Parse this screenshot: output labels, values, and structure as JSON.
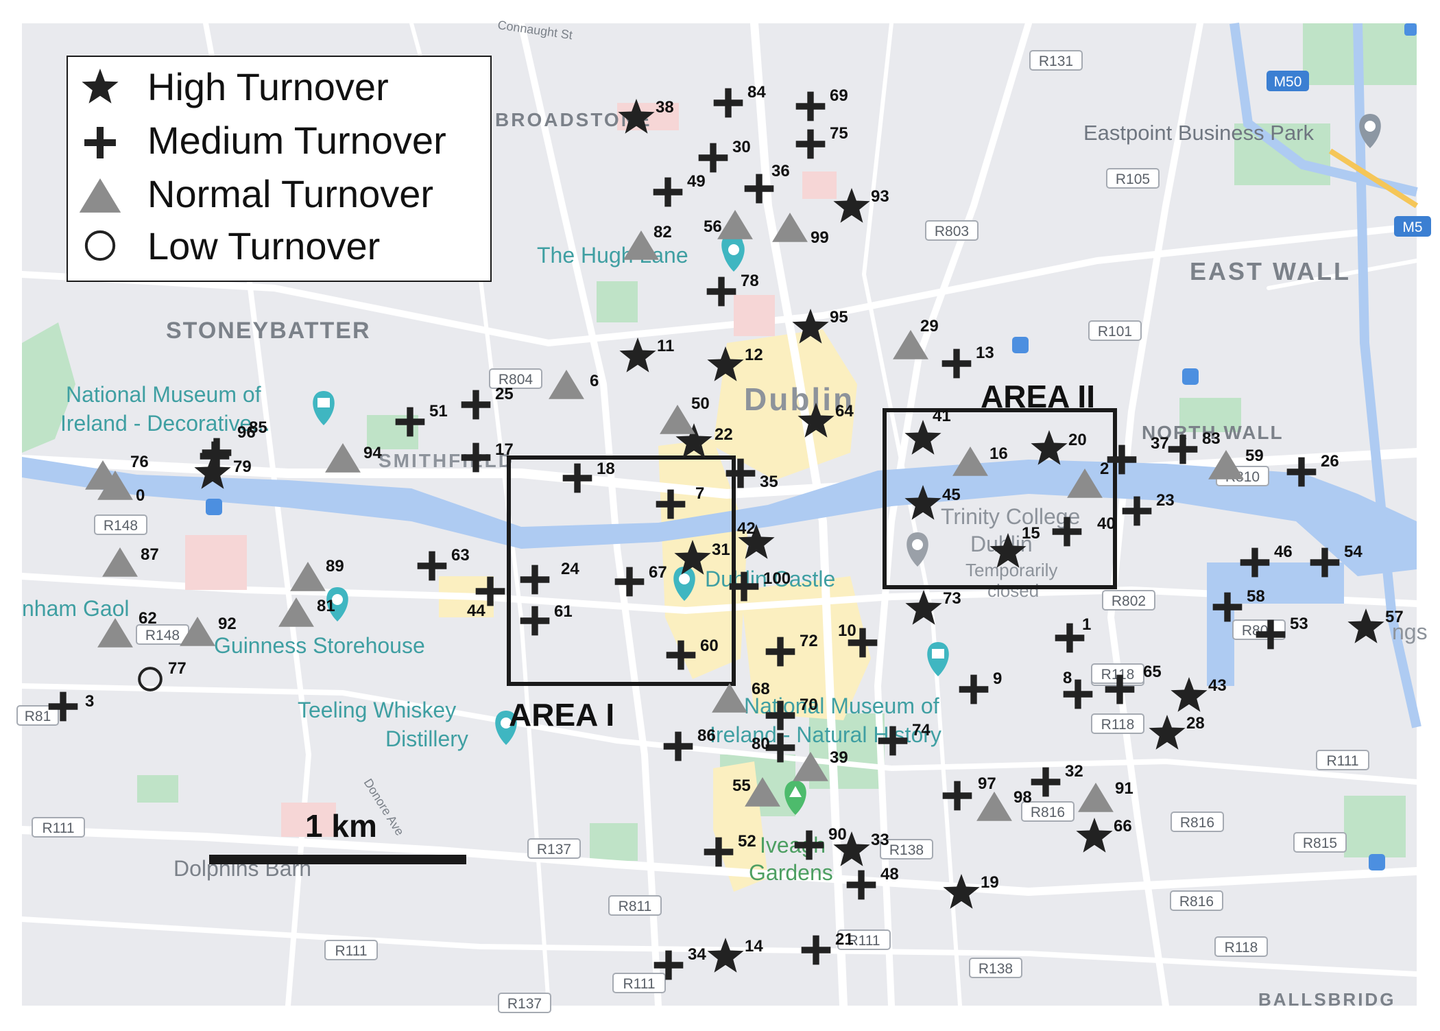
{
  "legend": {
    "high": "High Turnover",
    "medium": "Medium Turnover",
    "normal": "Normal Turnover",
    "low": "Low Turnover"
  },
  "areas": {
    "area1": "AREA I",
    "area2": "AREA II"
  },
  "scale": {
    "label": "1 km"
  },
  "places": {
    "dublin": "Dublin",
    "stoneybatter": "STONEYBATTER",
    "east_wall": "EAST WALL",
    "north_wall": "NORTH WALL",
    "broadstone": "BROADSTONE",
    "smithfield": "SMITHFIELD",
    "ballsbridge": "BALLSBRIDG",
    "eastpoint": "Eastpoint Business Park",
    "hugh_lane": "The Hugh Lane",
    "nat_museum_deco_1": "National Museum of",
    "nat_museum_deco_2": "Ireland - Decorative...",
    "kilmainham": "nham Gaol",
    "guinness": "Guinness Storehouse",
    "teeling_1": "Teeling Whiskey",
    "teeling_2": "Distillery",
    "dublin_castle": "Dublin Castle",
    "nat_museum_nat_1": "National Museum of",
    "nat_museum_nat_2": "Ireland - Natural History",
    "trinity_1": "Trinity College",
    "trinity_2": "Dublin",
    "trinity_3": "Temporarily",
    "trinity_4": "closed",
    "iveagh_1": "Iveagh",
    "iveagh_2": "Gardens",
    "dolphins_barn": "Dolphins Barn",
    "donore": "Donore Ave",
    "connaught": "Connaught St",
    "docklands": "ngs"
  },
  "roads": [
    "R131",
    "M50",
    "R105",
    "R803",
    "M5",
    "R101",
    "R804",
    "R148",
    "R148",
    "R810",
    "R801",
    "R802",
    "R815",
    "R118",
    "R111",
    "R137",
    "R138",
    "R811",
    "R111",
    "R111",
    "R816",
    "R111",
    "R138",
    "R816",
    "R111",
    "R118",
    "R815",
    "R816",
    "R118",
    "R137",
    "R81"
  ],
  "stations": [
    {
      "id": "0",
      "cat": "normal"
    },
    {
      "id": "1",
      "cat": "medium"
    },
    {
      "id": "2",
      "cat": "normal"
    },
    {
      "id": "3",
      "cat": "medium"
    },
    {
      "id": "6",
      "cat": "normal"
    },
    {
      "id": "7",
      "cat": "medium"
    },
    {
      "id": "8",
      "cat": "medium"
    },
    {
      "id": "9",
      "cat": "medium"
    },
    {
      "id": "10",
      "cat": "medium"
    },
    {
      "id": "11",
      "cat": "high"
    },
    {
      "id": "12",
      "cat": "high"
    },
    {
      "id": "13",
      "cat": "medium"
    },
    {
      "id": "14",
      "cat": "high"
    },
    {
      "id": "15",
      "cat": "high"
    },
    {
      "id": "16",
      "cat": "normal"
    },
    {
      "id": "17",
      "cat": "medium"
    },
    {
      "id": "18",
      "cat": "medium"
    },
    {
      "id": "19",
      "cat": "high"
    },
    {
      "id": "20",
      "cat": "high"
    },
    {
      "id": "21",
      "cat": "medium"
    },
    {
      "id": "22",
      "cat": "high"
    },
    {
      "id": "23",
      "cat": "medium"
    },
    {
      "id": "24",
      "cat": "medium"
    },
    {
      "id": "25",
      "cat": "medium"
    },
    {
      "id": "26",
      "cat": "medium"
    },
    {
      "id": "28",
      "cat": "high"
    },
    {
      "id": "29",
      "cat": "normal"
    },
    {
      "id": "30",
      "cat": "medium"
    },
    {
      "id": "31",
      "cat": "high"
    },
    {
      "id": "32",
      "cat": "medium"
    },
    {
      "id": "33",
      "cat": "high"
    },
    {
      "id": "34",
      "cat": "medium"
    },
    {
      "id": "35",
      "cat": "medium"
    },
    {
      "id": "36",
      "cat": "medium"
    },
    {
      "id": "37",
      "cat": "medium"
    },
    {
      "id": "38",
      "cat": "high"
    },
    {
      "id": "39",
      "cat": "normal"
    },
    {
      "id": "40",
      "cat": "medium"
    },
    {
      "id": "41",
      "cat": "high"
    },
    {
      "id": "42",
      "cat": "high"
    },
    {
      "id": "43",
      "cat": "high"
    },
    {
      "id": "44",
      "cat": "medium"
    },
    {
      "id": "45",
      "cat": "high"
    },
    {
      "id": "46",
      "cat": "medium"
    },
    {
      "id": "48",
      "cat": "medium"
    },
    {
      "id": "49",
      "cat": "medium"
    },
    {
      "id": "50",
      "cat": "normal"
    },
    {
      "id": "51",
      "cat": "medium"
    },
    {
      "id": "52",
      "cat": "medium"
    },
    {
      "id": "53",
      "cat": "medium"
    },
    {
      "id": "54",
      "cat": "medium"
    },
    {
      "id": "55",
      "cat": "normal"
    },
    {
      "id": "56",
      "cat": "normal"
    },
    {
      "id": "57",
      "cat": "high"
    },
    {
      "id": "58",
      "cat": "medium"
    },
    {
      "id": "59",
      "cat": "normal"
    },
    {
      "id": "60",
      "cat": "medium"
    },
    {
      "id": "61",
      "cat": "medium"
    },
    {
      "id": "62",
      "cat": "normal"
    },
    {
      "id": "63",
      "cat": "medium"
    },
    {
      "id": "64",
      "cat": "high"
    },
    {
      "id": "65",
      "cat": "medium"
    },
    {
      "id": "66",
      "cat": "high"
    },
    {
      "id": "67",
      "cat": "medium"
    },
    {
      "id": "68",
      "cat": "normal"
    },
    {
      "id": "69",
      "cat": "medium"
    },
    {
      "id": "70",
      "cat": "medium"
    },
    {
      "id": "72",
      "cat": "medium"
    },
    {
      "id": "73",
      "cat": "high"
    },
    {
      "id": "74",
      "cat": "medium"
    },
    {
      "id": "75",
      "cat": "medium"
    },
    {
      "id": "76",
      "cat": "normal"
    },
    {
      "id": "77",
      "cat": "low"
    },
    {
      "id": "78",
      "cat": "medium"
    },
    {
      "id": "79",
      "cat": "high"
    },
    {
      "id": "80",
      "cat": "medium"
    },
    {
      "id": "81",
      "cat": "normal"
    },
    {
      "id": "82",
      "cat": "normal"
    },
    {
      "id": "83",
      "cat": "medium"
    },
    {
      "id": "84",
      "cat": "medium"
    },
    {
      "id": "85",
      "cat": "medium"
    },
    {
      "id": "86",
      "cat": "medium"
    },
    {
      "id": "87",
      "cat": "normal"
    },
    {
      "id": "89",
      "cat": "normal"
    },
    {
      "id": "90",
      "cat": "medium"
    },
    {
      "id": "91",
      "cat": "normal"
    },
    {
      "id": "92",
      "cat": "normal"
    },
    {
      "id": "93",
      "cat": "high"
    },
    {
      "id": "94",
      "cat": "normal"
    },
    {
      "id": "95",
      "cat": "high"
    },
    {
      "id": "96",
      "cat": "medium"
    },
    {
      "id": "97",
      "cat": "medium"
    },
    {
      "id": "98",
      "cat": "normal"
    },
    {
      "id": "99",
      "cat": "normal"
    },
    {
      "id": "100",
      "cat": "medium"
    },
    {
      "id": "7",
      "cat": "medium"
    }
  ],
  "colors": {
    "land": "#e9eaee",
    "road": "#ffffff",
    "park": "#bfe3c7",
    "water": "#aecbf2",
    "zone": "#fbefc0",
    "marker_dark": "#222222",
    "marker_gray": "#8c8c8c",
    "label_gray": "#6f7680",
    "label_teal": "#3f9fa2",
    "label_green": "#4d9f62",
    "road_badge": "#ffffff"
  }
}
